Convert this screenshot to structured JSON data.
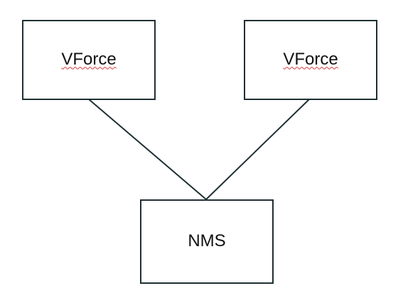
{
  "diagram": {
    "nodes": [
      {
        "id": "vforce-left",
        "label": "VForce"
      },
      {
        "id": "vforce-right",
        "label": "VForce"
      },
      {
        "id": "nms",
        "label": "NMS"
      }
    ],
    "edges": [
      {
        "from": "vforce-left",
        "to": "nms"
      },
      {
        "from": "vforce-right",
        "to": "nms"
      }
    ],
    "colors": {
      "background": "#ffffff",
      "stroke": "#1f2f33",
      "text": "#111111",
      "spellcheck_underline": "#d13b3b"
    }
  }
}
